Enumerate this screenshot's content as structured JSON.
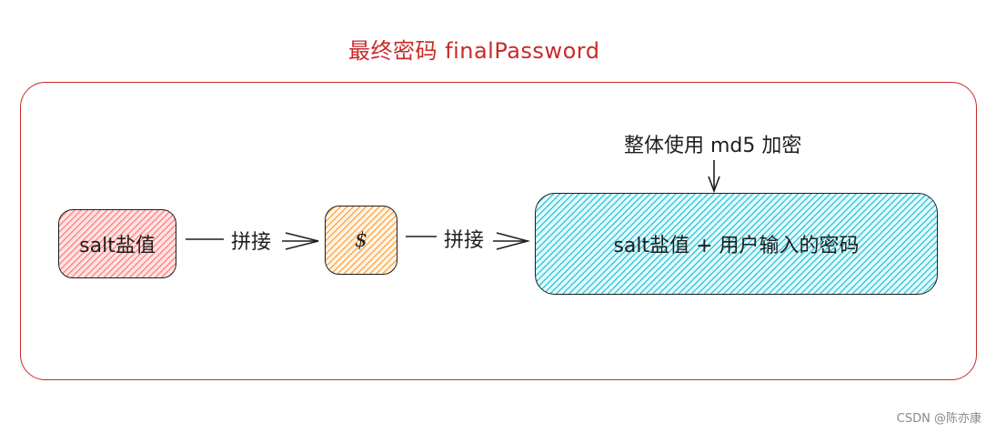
{
  "title": "最终密码 finalPassword",
  "nodes": {
    "salt": "salt盐值",
    "dollar": "$",
    "final": "salt盐值 + 用户输入的密码"
  },
  "edges": {
    "join_1": "拼接",
    "join_2": "拼接",
    "md5_note": "整体使用 md5 加密"
  },
  "footer": "CSDN @陈亦康",
  "colors": {
    "frame": "#c92a2a",
    "salt_fill": "#ff8787",
    "dollar_fill": "#ffa94d",
    "final_fill": "#3bc9db",
    "stroke": "#1e1e1e"
  }
}
